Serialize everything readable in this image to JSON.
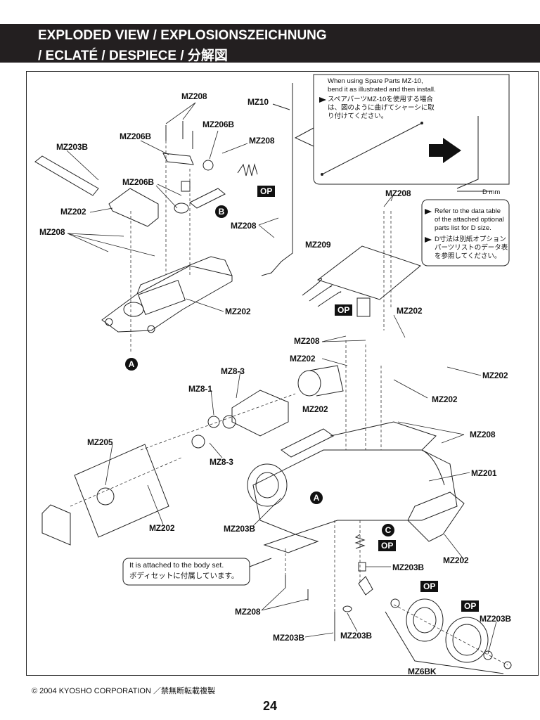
{
  "header": {
    "line1": "EXPLODED VIEW / EXPLOSIONSZEICHNUNG",
    "line2": "/ ECLATÉ   / DESPIECE / 分解図"
  },
  "notes": {
    "spare_en_1": "When using Spare Parts MZ-10,",
    "spare_en_2": "bend it as illustrated and then install.",
    "spare_jp_1": "スペアパーツMZ-10を使用する場合",
    "spare_jp_2": "は、図のように曲げてシャーシに取",
    "spare_jp_3": "り付けてください。",
    "d_label": "D mm",
    "table_en_1": "Refer to the data table",
    "table_en_2": "of the attached optional",
    "table_en_3": "parts list for D size.",
    "table_jp_1": "D寸法は別紙オプション",
    "table_jp_2": "パーツリストのデータ表",
    "table_jp_3": "を参照してください。",
    "body_en": "It is attached to the body set.",
    "body_jp": "ボディセットに付属しています。"
  },
  "labels": {
    "mz208_a": "MZ208",
    "mz10": "MZ10",
    "mz206b_a": "MZ206B",
    "mz206b_b": "MZ206B",
    "mz203b_a": "MZ203B",
    "mz208_b": "MZ208",
    "mz206b_c": "MZ206B",
    "mz202_a": "MZ202",
    "mz208_c": "MZ208",
    "mz208_d": "MZ208",
    "mz208_e": "MZ208",
    "mz209": "MZ209",
    "mz202_b": "MZ202",
    "mz202_c": "MZ202",
    "mz208_f": "MZ208",
    "mz202_d": "MZ202",
    "mz8_3_a": "MZ8-3",
    "mz8_1": "MZ8-1",
    "mz202_e": "MZ202",
    "mz202_f": "MZ202",
    "mz202_g": "MZ202",
    "mz205": "MZ205",
    "mz8_3_b": "MZ8-3",
    "mz208_g": "MZ208",
    "mz201": "MZ201",
    "mz202_h": "MZ202",
    "mz203b_b": "MZ203B",
    "mz202_i": "MZ202",
    "mz203b_c": "MZ203B",
    "mz208_h": "MZ208",
    "mz203b_d": "MZ203B",
    "mz203b_e": "MZ203B",
    "mz203b_f": "MZ203B",
    "mz6bk": "MZ6BK"
  },
  "badges": {
    "op": "OP",
    "a": "A",
    "b": "B",
    "c": "C"
  },
  "icons": [
    "arrow-right-icon",
    "triangle-pointer-icon"
  ],
  "footer": {
    "copyright": "© 2004 KYOSHO CORPORATION ／禁無断転載複製",
    "page_number": "24"
  }
}
